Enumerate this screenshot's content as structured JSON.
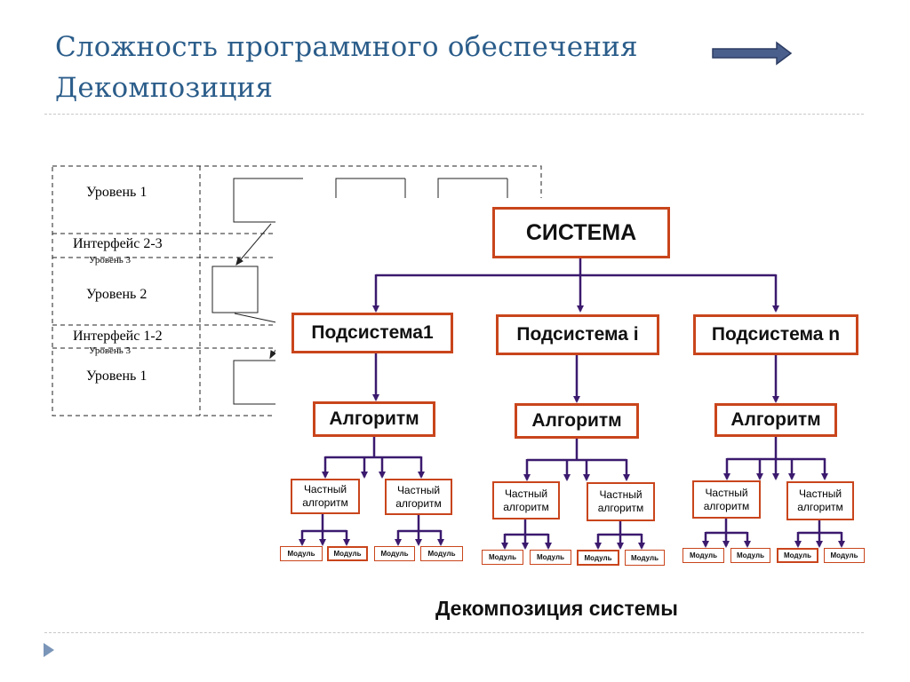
{
  "header": {
    "title_line1": "Сложность программного обеспечения",
    "title_line2": "Декомпозиция",
    "title_color": "#2b5d8a"
  },
  "levels_diagram": {
    "rows": [
      "Уровень 1",
      "Интерфейс 2-3",
      "Уровень 3",
      "Уровень 2",
      "Интерфейс 1-2",
      "Уровень 3",
      "Уровень 1"
    ]
  },
  "decomposition": {
    "system": "СИСТЕМА",
    "subsystems": [
      "Подсистема1",
      "Подсистема і",
      "Подсистема n"
    ],
    "algorithm": "Алгоритм",
    "private_algorithm": "Частный алгоритм",
    "module": "Модуль",
    "caption": "Декомпозиция системы",
    "box_border_color": "#c9451c",
    "arrow_color": "#3b1a6e"
  }
}
